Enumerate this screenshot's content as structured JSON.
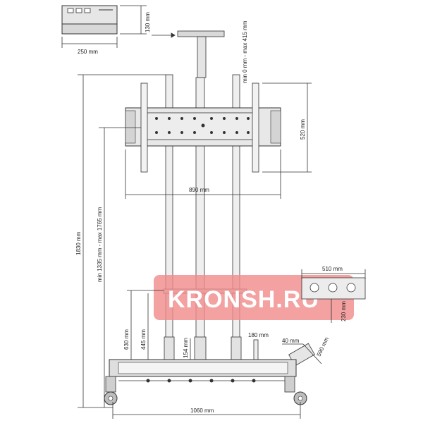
{
  "watermark": {
    "text": "KRONSH.RU",
    "color": "#f08c8c"
  },
  "dimensions": {
    "top_box_width": "250 mm",
    "top_box_height": "130 mm",
    "bracket_height_range": "min 0 mm - max 415 mm",
    "mount_height": "520 mm",
    "mount_width": "890 mm",
    "total_height": "1830 mm",
    "center_height_range": "min 1335 mm - max 1765 mm",
    "shelf_width": "510 mm",
    "shelf_depth": "230 mm",
    "shelf_height": "630 mm",
    "lower_height": "445 mm",
    "post_height": "180 mm",
    "pipe_offset": "40 mm",
    "column_spacing": "154 mm",
    "base_depth": "590 mm",
    "base_width": "1060 mm"
  },
  "colors": {
    "line": "#333333",
    "frame": "#cfcfcf",
    "dark": "#555555"
  }
}
